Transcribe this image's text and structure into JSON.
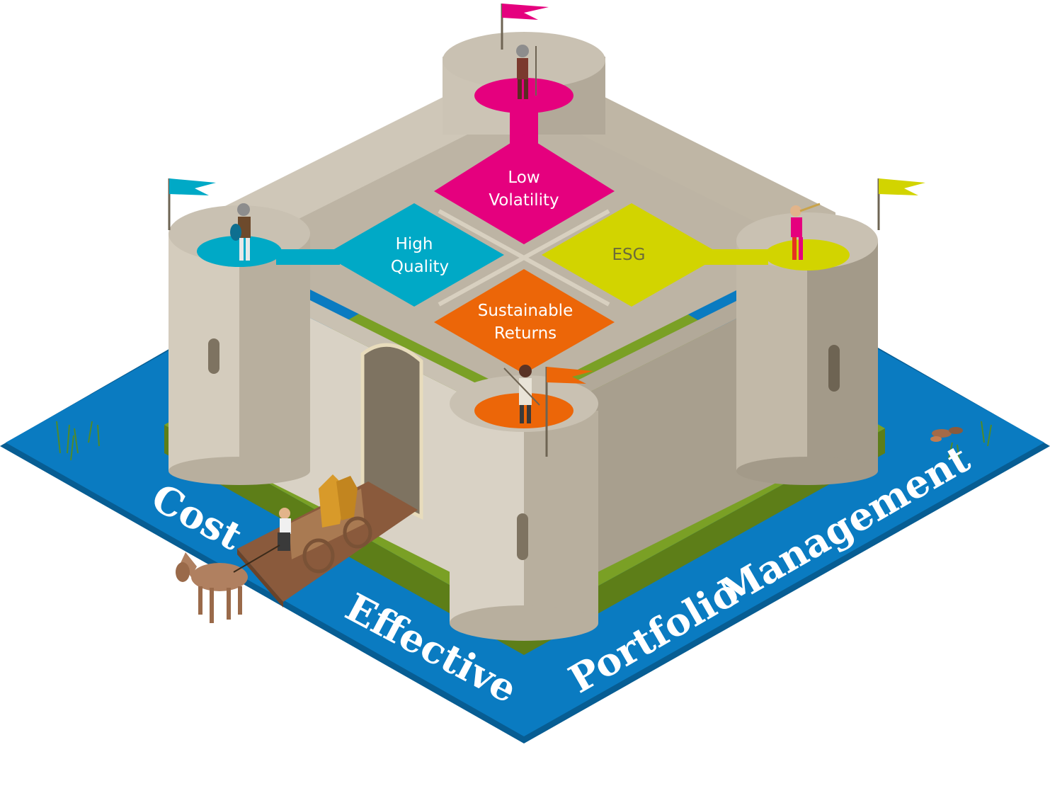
{
  "quadrants": {
    "top": {
      "line1": "Low",
      "line2": "Volatility",
      "color": "#e5007e"
    },
    "left": {
      "line1": "High",
      "line2": "Quality",
      "color": "#00a9c6"
    },
    "right": {
      "line1": "ESG",
      "line2": "",
      "color": "#d2d400"
    },
    "bottom": {
      "line1": "Sustainable",
      "line2": "Returns",
      "color": "#ec6608"
    }
  },
  "moat": {
    "word1": "Cost",
    "word2": "Effective",
    "word3": "Portfolio",
    "word4": "Management",
    "water_color": "#0a7bc1",
    "edge_color": "#075d93"
  },
  "colors": {
    "stone_light": "#d9d2c5",
    "stone_mid": "#bdb4a4",
    "stone_dark": "#9a917f",
    "grass": "#7aa025",
    "bridge": "#8a5a3c"
  },
  "flags": {
    "top": "#e5007e",
    "left": "#00a9c6",
    "right": "#d2d400",
    "bottom": "#ec6608"
  }
}
